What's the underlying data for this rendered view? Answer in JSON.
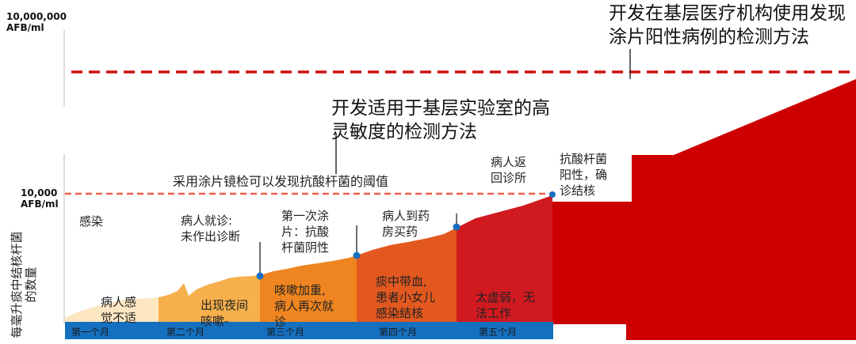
{
  "axis": {
    "y_label_top": [
      "10,000,000",
      "AFB/ml"
    ],
    "y_label_mid": [
      "10,000",
      "AFB/ml"
    ],
    "y_title": [
      "每毫升痰中结核杆菌",
      "的数量"
    ]
  },
  "headline_top": [
    "开发在基层医疗机构使用发现",
    "涂片阳性病例的检测方法"
  ],
  "headline_mid": [
    "开发适用于基层实验室的高",
    "灵敏度的检测方法"
  ],
  "threshold_label": "采用涂片镜检可以发现抗酸杆菌的阈值",
  "labels": {
    "infection": "感染",
    "feels_unwell": [
      "病人感",
      "觉不适"
    ],
    "first_visit": [
      "病人就诊:",
      "未作出诊断"
    ],
    "night_cough": [
      "出现夜间",
      "咳嗽-"
    ],
    "first_smear": [
      "第一次涂",
      "片：抗酸",
      "杆菌阴性"
    ],
    "cough_worse": [
      "咳嗽加重,",
      "病人再次就",
      "诊"
    ],
    "pharmacy": [
      "病人到药",
      "房买药"
    ],
    "blood_sputum": [
      "痰中带血,",
      "患者小女儿",
      "感染结核"
    ],
    "returns_clinic": [
      "病人返",
      "回诊所"
    ],
    "too_weak": [
      "太虚弱，无",
      "法工作"
    ],
    "afb_positive": [
      "抗酸杆菌",
      "阳性，确",
      "诊结核"
    ]
  },
  "months": [
    "第一个月",
    "第二个月",
    "第三个月",
    "第四个月",
    "第五个月"
  ],
  "colors": {
    "threshold_top": "#cc1111",
    "threshold_mid": "#e8604c",
    "month_bar": "#1570c0",
    "event_dot": "#1570c0",
    "stage1": "#fde6c2",
    "stage2": "#f6b04c",
    "stage3": "#ef8520",
    "stage4": "#e2581f",
    "stage5": "#d01a20",
    "stage6": "#cc0000"
  }
}
